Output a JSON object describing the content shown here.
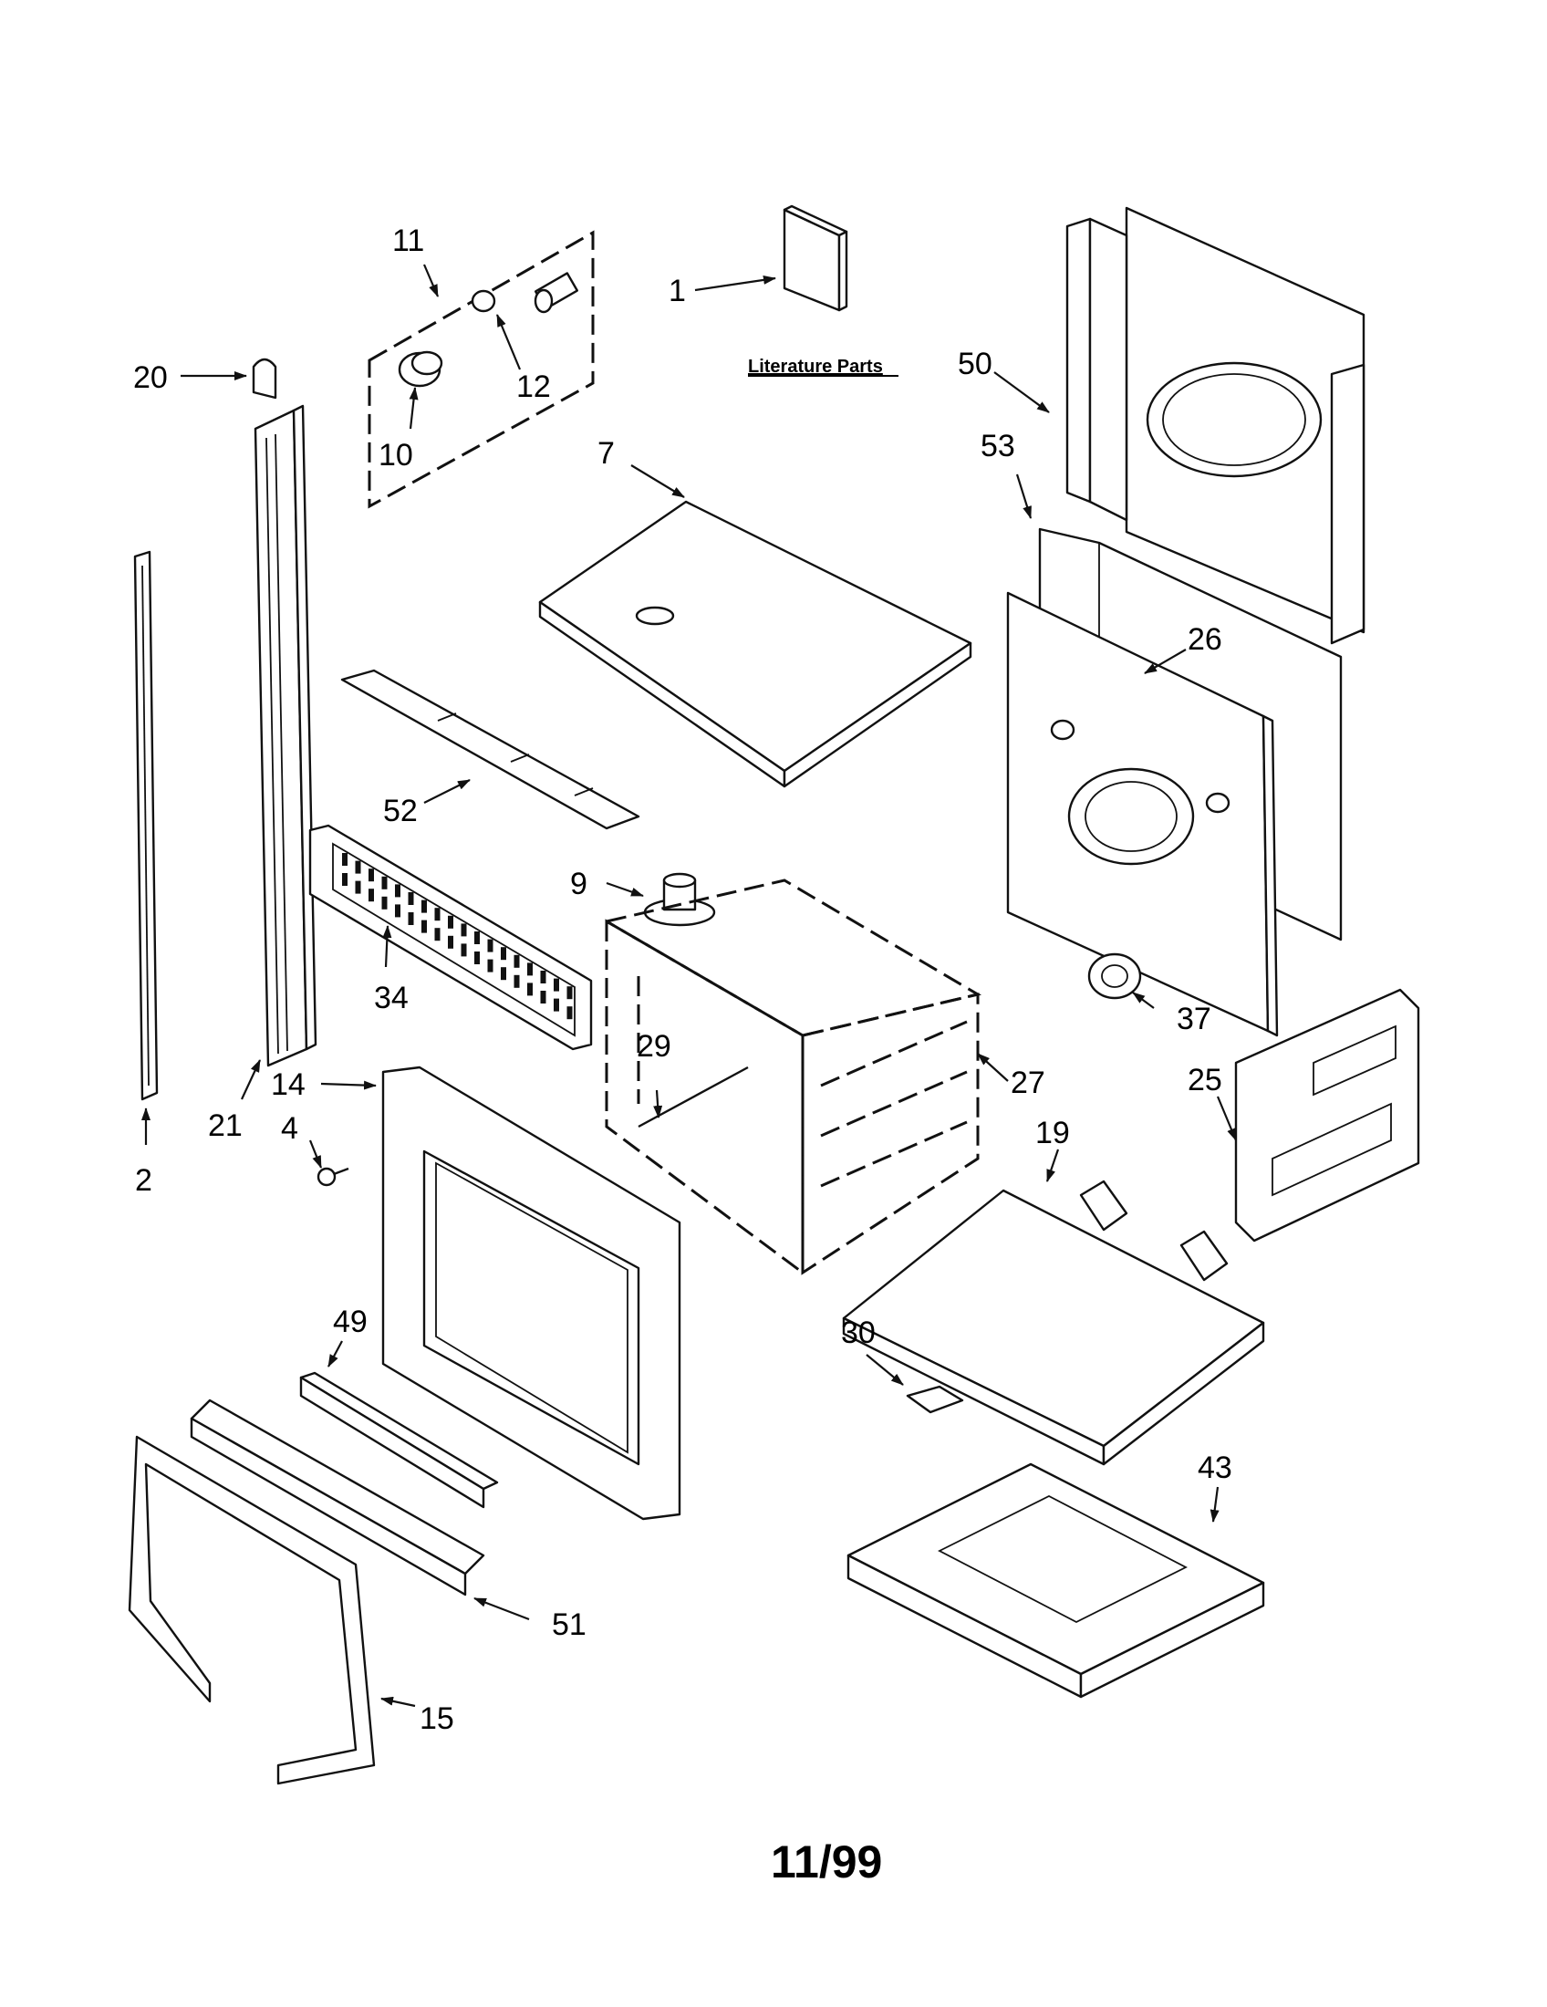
{
  "literature_label": "Literature Parts",
  "footer_date": "11/99",
  "callouts": {
    "c1": "1",
    "c2": "2",
    "c4": "4",
    "c7": "7",
    "c9": "9",
    "c10": "10",
    "c11": "11",
    "c12": "12",
    "c14": "14",
    "c15": "15",
    "c19": "19",
    "c20": "20",
    "c21": "21",
    "c25": "25",
    "c26": "26",
    "c27": "27",
    "c29": "29",
    "c30": "30",
    "c34": "34",
    "c37": "37",
    "c43": "43",
    "c49": "49",
    "c50": "50",
    "c51": "51",
    "c52": "52",
    "c53": "53"
  }
}
